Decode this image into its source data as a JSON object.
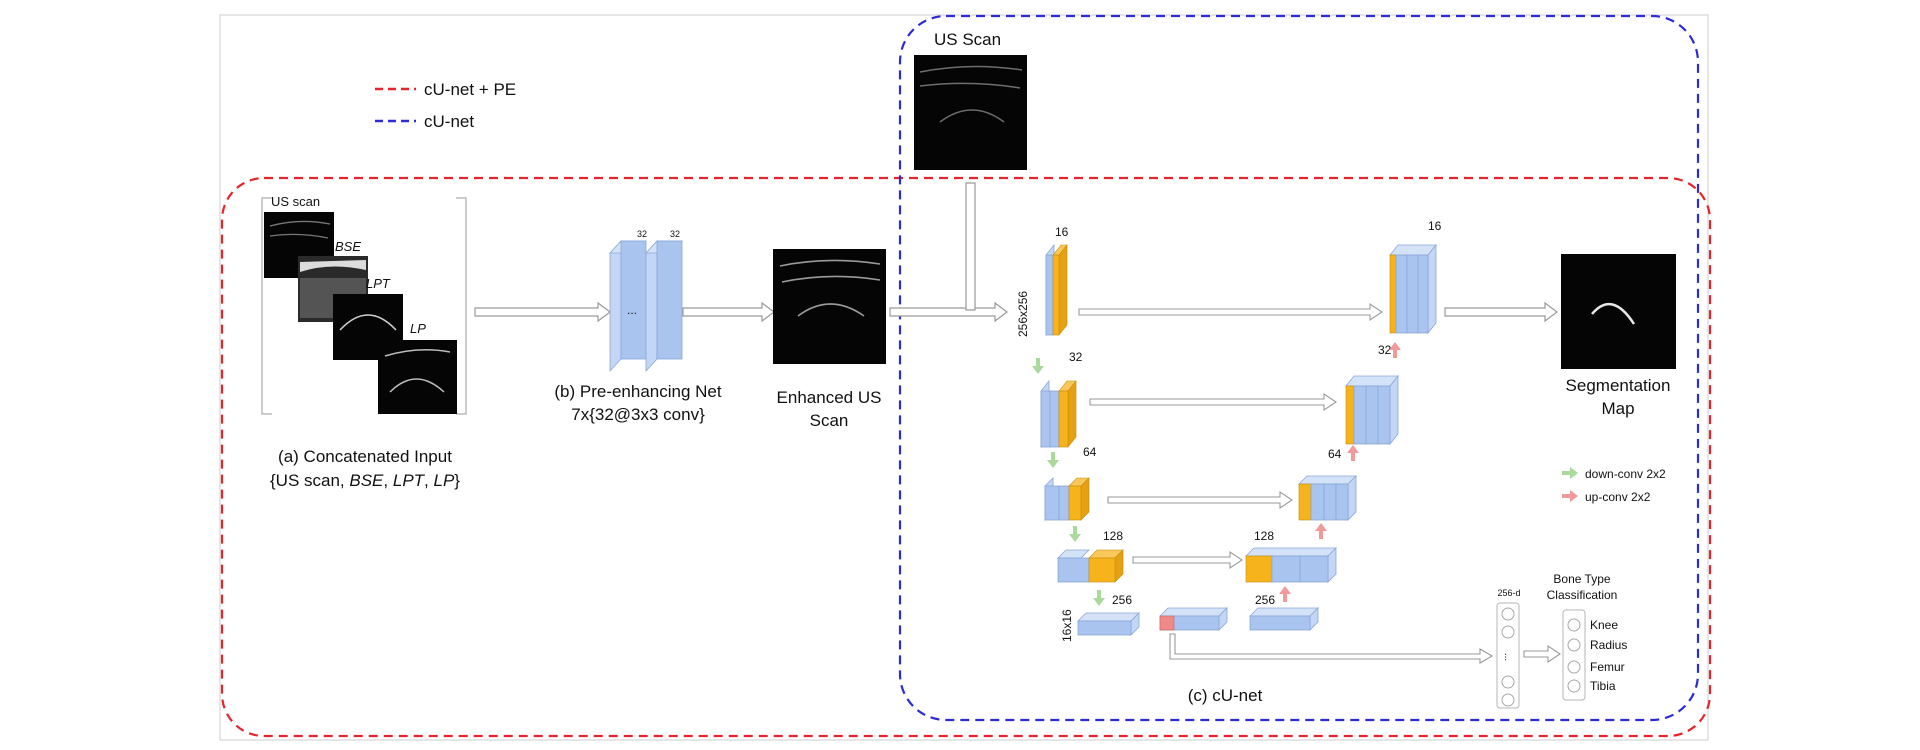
{
  "legend": {
    "items": [
      {
        "label": "cU-net + PE",
        "color": "#e8242b"
      },
      {
        "label": "cU-net",
        "color": "#2b2bd9"
      }
    ]
  },
  "input": {
    "layers": [
      "US scan",
      "BSE",
      "LPT",
      "LP"
    ],
    "caption_line1": "(a)  Concatenated Input",
    "caption_parts": [
      "{US scan, ",
      "BSE",
      ", ",
      "LPT",
      ", ",
      "LP",
      "}"
    ]
  },
  "prenet": {
    "channels_a": "32",
    "channels_b": "32",
    "dots": "...",
    "caption_line1": "(b)  Pre-enhancing Net",
    "caption_line2": "7x{32@3x3 conv}"
  },
  "enhanced": {
    "caption_line1": "Enhanced US",
    "caption_line2": "Scan"
  },
  "us_scan": {
    "title": "US Scan"
  },
  "unet": {
    "resolution_top": "256x256",
    "resolution_bottom": "16x16",
    "enc_labels": [
      "16",
      "32",
      "64",
      "128",
      "256"
    ],
    "dec_labels": [
      "16",
      "32",
      "64",
      "128",
      "256"
    ],
    "caption": "(c)  cU-net",
    "arrow_legend": [
      {
        "label": "down-conv 2x2",
        "color": "#a9d99b"
      },
      {
        "label": "up-conv 2x2",
        "color": "#f29a9a"
      }
    ]
  },
  "segmentation": {
    "caption_line1": "Segmentation",
    "caption_line2": "Map"
  },
  "classifier": {
    "vector_label": "256-d",
    "dots": "...",
    "title_line1": "Bone Type",
    "title_line2": "Classification",
    "classes": [
      "Knee",
      "Radius",
      "Femur",
      "Tibia"
    ]
  },
  "colors": {
    "block_blue": "#a9c4ef",
    "block_orange": "#f6b31b",
    "bottleneck_red": "#f08a8a"
  }
}
